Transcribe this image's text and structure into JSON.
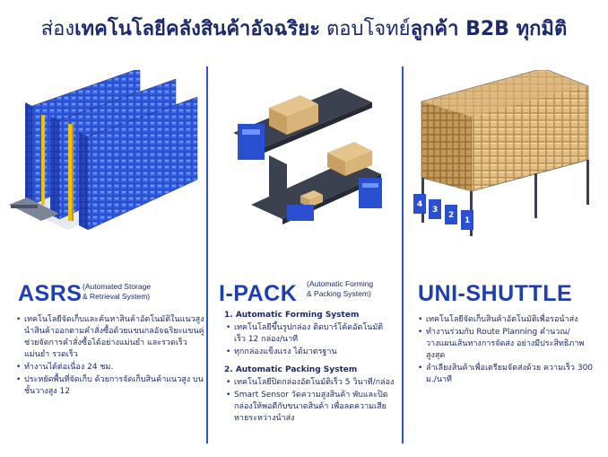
{
  "header": {
    "title_a": "ส่อง",
    "title_b": "เทคโนโลยีคลังสินค้าอัจฉริยะ",
    "title_c": " ตอบโจทย์",
    "title_d": "ลูกค้า B2B ทุกมิติ"
  },
  "asrs": {
    "name": "ASRS",
    "sub1": "(Automated Storage",
    "sub2": "& Retrieval System)",
    "bullets": [
      "เทคโนโลยีจัดเก็บและค้นหาสินค้าอัตโนมัติในแนวสูง นำสินค้าออกตามคำสั่งซื้อด้วยแขนกลอัจฉริยะแขนคู่ ช่วยจัดการคำสั่งซื้อได้อย่างแม่นยำ และรวดเร็วแม่นยำ รวดเร็ว",
      "ทำงานได้ต่อเนื่อง 24 ชม.",
      "ประหยัดพื้นที่จัดเก็บ ด้วยการจัดเก็บสินค้าแนวสูง บนชั้นวางสูง 12"
    ]
  },
  "ipack": {
    "name": "I-PACK",
    "sub1": "(Automatic Forming",
    "sub2": "& Packing System)",
    "sec1_title": "1. Automatic Forming System",
    "sec1_bullets": [
      "เทคโนโลยีขึ้นรูปกล่อง ติดบาร์โค้ดอัตโนมัติ เร็ว 12 กล่อง/นาที",
      "ทุกกล่องแข็งแรง ได้มาตรฐาน"
    ],
    "sec2_title": "2. Automatic Packing System",
    "sec2_bullets": [
      "เทคโนโลยีปิดกล่องอัตโนมัติเร็ว 5 วินาที/กล่อง",
      "Smart Sensor วัดความสูงสินค้า พับและปิดกล่องให้พอดีกับขนาดสินค้า เพื่อลดความเสียหายระหว่างนำส่ง"
    ]
  },
  "unishuttle": {
    "name": "UNI-SHUTTLE",
    "bullets": [
      "เทคโนโลยีจัดเก็บสินค้าอัตโนมัติเพื่อรอนำส่ง",
      "ทำงานร่วมกับ Route Planning คำนวณ/วางแผนเส้นทางการจัดส่ง อย่างมีประสิทธิภาพสูงสุด",
      "ลำเลียงสินค้าเพื่อเตรียมจัดส่งด้วย ความเร็ว 300 ม./นาที"
    ],
    "bay_numbers": [
      "4",
      "3",
      "2",
      "1"
    ]
  },
  "colors": {
    "navy": "#1a2a6c",
    "brand_blue": "#1f3fb0",
    "rack_blue": "#2a4fd0",
    "box_tan": "#d9b47a",
    "conveyor": "#3c4150"
  }
}
